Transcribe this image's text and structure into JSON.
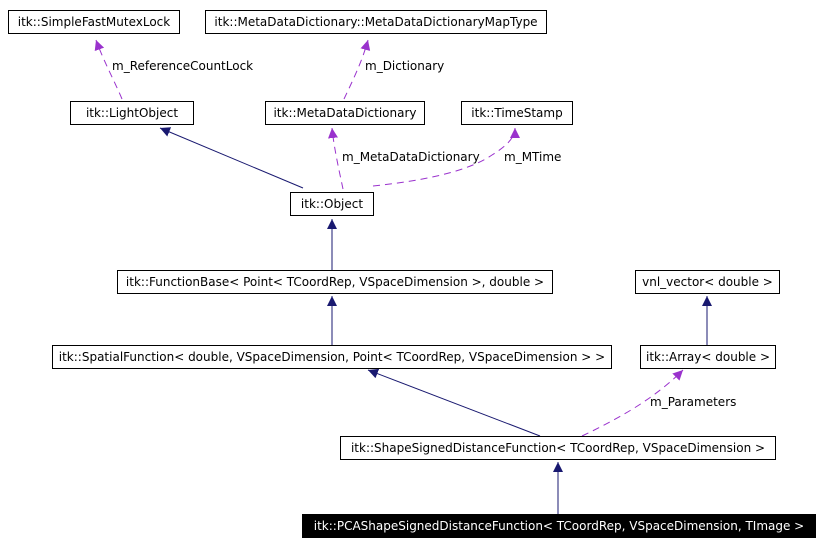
{
  "colors": {
    "inheritance": "#191970",
    "member": "#9a32cd",
    "current_fill": "#000000",
    "current_text": "#ffffff"
  },
  "nodes": [
    {
      "id": "mutex",
      "label": "itk::SimpleFastMutexLock"
    },
    {
      "id": "mdmap",
      "label": "itk::MetaDataDictionary::MetaDataDictionaryMapType"
    },
    {
      "id": "light",
      "label": "itk::LightObject"
    },
    {
      "id": "mdd",
      "label": "itk::MetaDataDictionary"
    },
    {
      "id": "ts",
      "label": "itk::TimeStamp"
    },
    {
      "id": "obj",
      "label": "itk::Object"
    },
    {
      "id": "func",
      "label": "itk::FunctionBase< Point< TCoordRep, VSpaceDimension >, double >"
    },
    {
      "id": "vnl",
      "label": "vnl_vector< double >"
    },
    {
      "id": "spatial",
      "label": "itk::SpatialFunction< double, VSpaceDimension, Point< TCoordRep, VSpaceDimension > >"
    },
    {
      "id": "arr",
      "label": "itk::Array< double >"
    },
    {
      "id": "ssdf",
      "label": "itk::ShapeSignedDistanceFunction< TCoordRep, VSpaceDimension >"
    },
    {
      "id": "pca",
      "label": "itk::PCAShapeSignedDistanceFunction< TCoordRep, VSpaceDimension, TImage >",
      "current": true
    }
  ],
  "edge_labels": {
    "ref_count_lock": "m_ReferenceCountLock",
    "dictionary": "m_Dictionary",
    "meta_data_dictionary": "m_MetaDataDictionary",
    "mtime": "m_MTime",
    "parameters": "m_Parameters"
  }
}
